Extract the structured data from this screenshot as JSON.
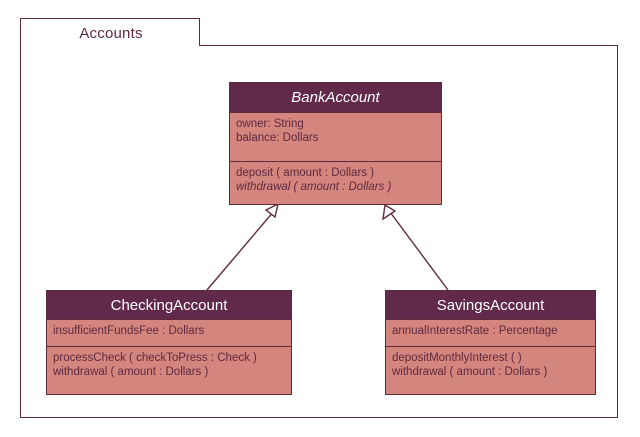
{
  "diagram": {
    "package_label": "Accounts",
    "colors": {
      "line": "#5e2a3f",
      "header_fill": "#61294a",
      "body_fill": "#d4857d",
      "header_text": "#ffffff",
      "body_text": "#5e2a3f",
      "canvas": "#ffffff"
    },
    "classes": [
      {
        "id": "bankaccount",
        "name": "BankAccount",
        "abstract": true,
        "attributes": [
          {
            "text": "owner: String",
            "abstract": false
          },
          {
            "text": "balance: Dollars",
            "abstract": false
          }
        ],
        "operations": [
          {
            "text": "deposit ( amount : Dollars )",
            "abstract": false
          },
          {
            "text": "withdrawal ( amount : Dollars )",
            "abstract": true
          }
        ]
      },
      {
        "id": "checkingaccount",
        "name": "CheckingAccount",
        "abstract": false,
        "attributes": [
          {
            "text": "insufficientFundsFee : Dollars",
            "abstract": false
          }
        ],
        "operations": [
          {
            "text": "processCheck ( checkToPress : Check )",
            "abstract": false
          },
          {
            "text": "withdrawal ( amount : Dollars )",
            "abstract": false
          }
        ]
      },
      {
        "id": "savingsaccount",
        "name": "SavingsAccount",
        "abstract": false,
        "attributes": [
          {
            "text": "annualInterestRate : Percentage",
            "abstract": false
          }
        ],
        "operations": [
          {
            "text": "depositMonthlyInterest ( )",
            "abstract": false
          },
          {
            "text": "withdrawal ( amount : Dollars )",
            "abstract": false
          }
        ]
      }
    ],
    "relationships": [
      {
        "type": "generalization",
        "from": "CheckingAccount",
        "to": "BankAccount",
        "label": ""
      },
      {
        "type": "generalization",
        "from": "SavingsAccount",
        "to": "BankAccount",
        "label": ""
      }
    ]
  }
}
